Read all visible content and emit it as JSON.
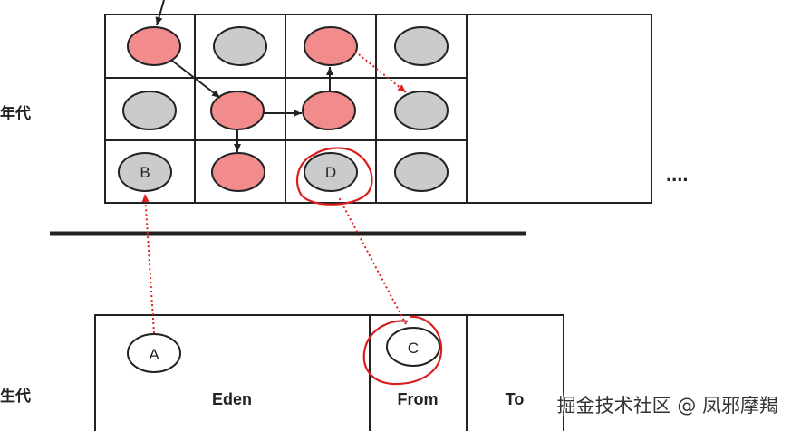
{
  "labels": {
    "old_gen": "老年代",
    "young_gen": "新生代"
  },
  "regions": {
    "eden": "Eden",
    "from": "From",
    "to": "To"
  },
  "nodes": {
    "B": "B",
    "D": "D",
    "A": "A",
    "C": "C"
  },
  "ellipsis": "....",
  "watermark": "掘金技术社区 @ 凤邪摩羯",
  "colors": {
    "live_fill": "#f28b8b",
    "dead_fill": "#cbcbcb",
    "outline": "#222222",
    "reference_arrow": "#e02020",
    "highlight_circle": "#d81e1e"
  }
}
